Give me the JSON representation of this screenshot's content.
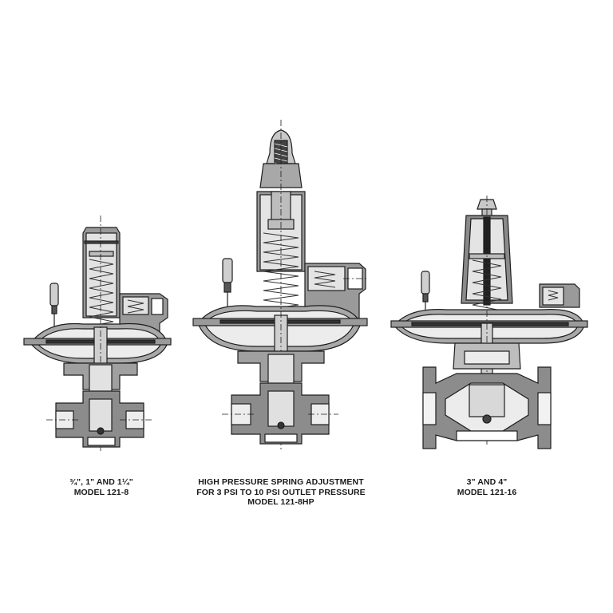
{
  "figure": {
    "type": "technical cross-section drawing",
    "subject": "gas pressure regulators",
    "colors": {
      "background": "#ffffff",
      "body_fill": "#8c8c8c",
      "light_fill": "#d6d6d6",
      "outline": "#1e1e1e",
      "spring": "#ffffff",
      "text": "#1a1a1a"
    }
  },
  "regulators": [
    {
      "id": "model-121-8",
      "caption_lines": [
        "¾\", 1\" AND 1¼\"",
        "MODEL 121-8"
      ]
    },
    {
      "id": "model-121-8hp",
      "caption_lines": [
        "HIGH PRESSURE SPRING ADJUSTMENT",
        "FOR 3 PSI TO 10 PSI OUTLET PRESSURE",
        "MODEL 121-8HP"
      ]
    },
    {
      "id": "model-121-16",
      "caption_lines": [
        "3\" AND 4\"",
        "MODEL 121-16"
      ]
    }
  ]
}
